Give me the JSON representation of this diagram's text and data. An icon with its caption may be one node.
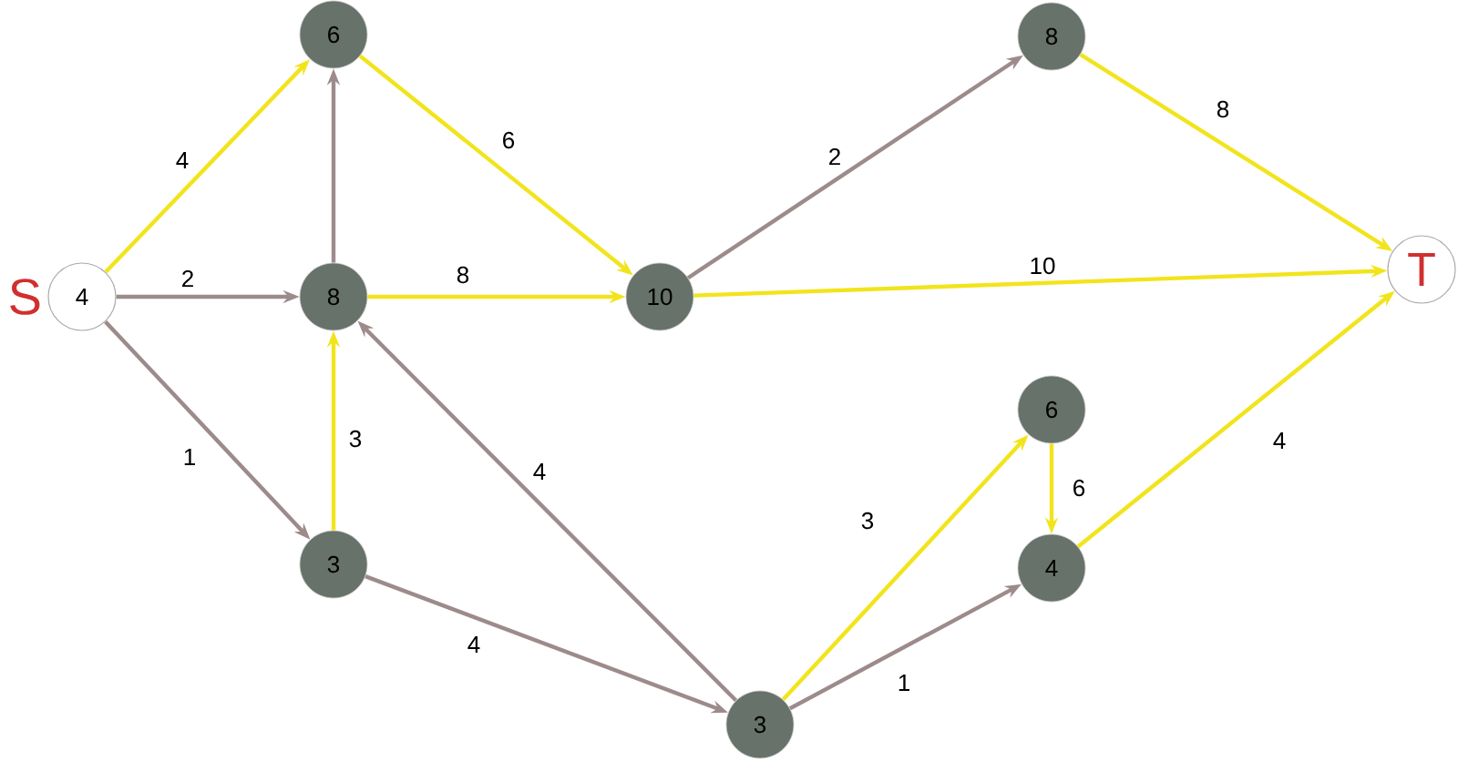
{
  "diagram": {
    "nodes": [
      {
        "text": [
          "4"
        ],
        "beside": [
          "S"
        ]
      },
      {
        "text": [
          "6"
        ]
      },
      {
        "text": [
          "8"
        ]
      },
      {
        "text": [
          "10"
        ]
      },
      {
        "text": [
          "8"
        ]
      },
      {
        "text": [
          "T"
        ]
      },
      {
        "text": [
          "6"
        ]
      },
      {
        "text": [
          "3"
        ]
      },
      {
        "text": [
          "4"
        ]
      },
      {
        "text": [
          "3"
        ]
      }
    ],
    "edges": [
      {
        "from": 0,
        "to": 1,
        "arrow": "to",
        "label": "4"
      },
      {
        "from": 0,
        "to": 2,
        "arrow": "to",
        "label": "2",
        "color": "#9d8b8b"
      },
      {
        "from": 0,
        "to": 7,
        "arrow": "to",
        "label": "1",
        "color": "#9d8b8b"
      },
      {
        "from": 2,
        "to": 1,
        "arrow": "to",
        "color": "#9d8b8b"
      },
      {
        "from": 1,
        "to": 3,
        "arrow": "to",
        "label": "6"
      },
      {
        "from": 2,
        "to": 3,
        "arrow": "to",
        "label": "8"
      },
      {
        "from": 3,
        "to": 4,
        "arrow": "to",
        "label": "2",
        "color": "#9d8b8b"
      },
      {
        "from": 4,
        "to": 5,
        "arrow": "to",
        "label": "8"
      },
      {
        "from": 3,
        "to": 5,
        "arrow": "to",
        "label": "10"
      },
      {
        "from": 7,
        "to": 2,
        "arrow": "to",
        "label": "3"
      },
      {
        "from": 9,
        "to": 2,
        "arrow": "to",
        "label": "4",
        "color": "#9d8b8b"
      },
      {
        "from": 7,
        "to": 9,
        "arrow": "to",
        "label": "4",
        "color": "#9d8b8b"
      },
      {
        "from": 9,
        "to": 6,
        "arrow": "to",
        "label": "3"
      },
      {
        "from": 9,
        "to": 8,
        "arrow": "to",
        "label": "1",
        "color": "#9d8b8b"
      },
      {
        "from": 6,
        "to": 8,
        "arrow": "to",
        "label": "6"
      },
      {
        "from": 8,
        "to": 5,
        "arrow": "to",
        "label": "4"
      }
    ]
  }
}
